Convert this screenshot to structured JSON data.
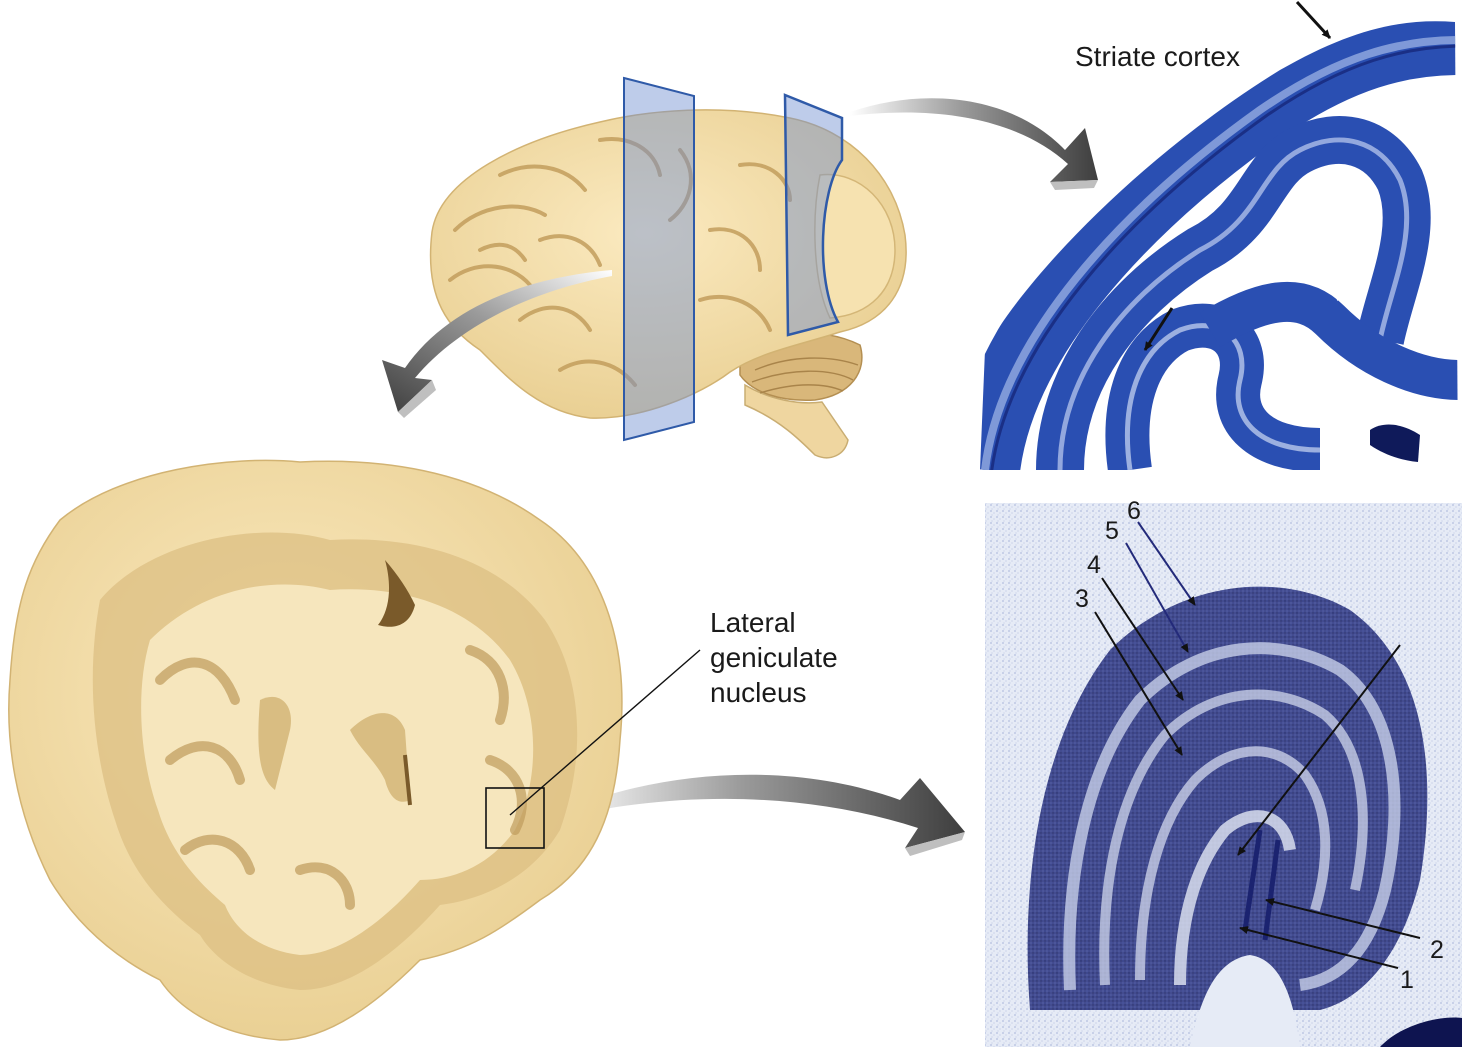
{
  "labels": {
    "striate_cortex": "Striate cortex",
    "lgn_line1": "Lateral",
    "lgn_line2": "geniculate",
    "lgn_line3": "nucleus"
  },
  "lgn_layers": [
    "1",
    "2",
    "3",
    "4",
    "5",
    "6"
  ],
  "colors": {
    "brain_tan": "#f2dca8",
    "brain_fold": "#c9ad72",
    "section_plane": "#6f8fd0",
    "stain_blue": "#1e3f9c",
    "stain_dark": "#12207a",
    "arrow_gray": "#6a6a6a"
  }
}
